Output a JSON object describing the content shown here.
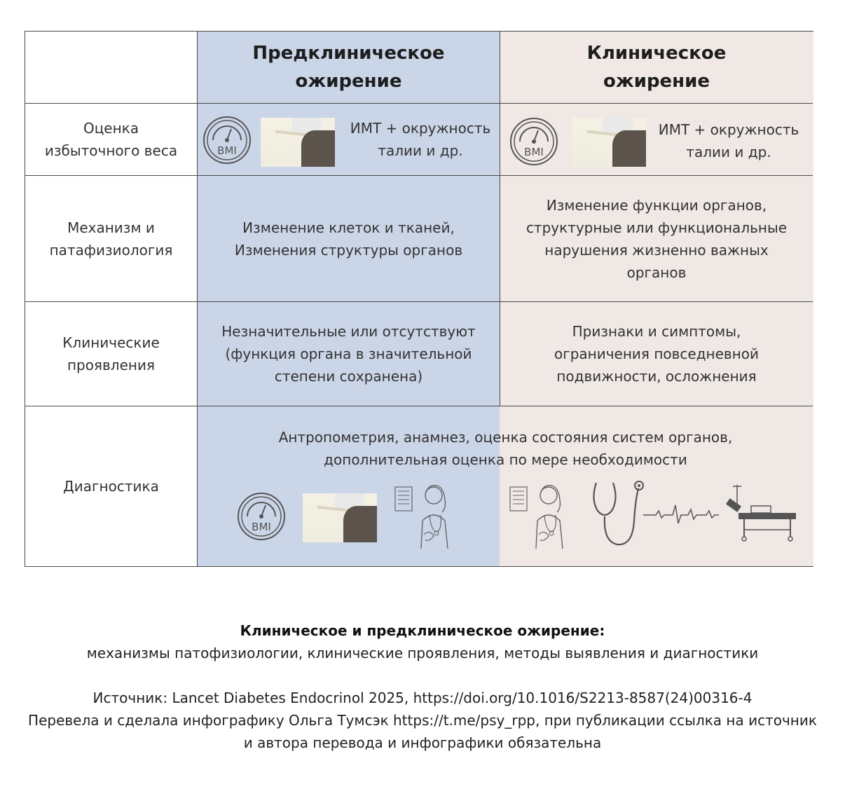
{
  "header": {
    "col_pre": "Предклиническое\nожирение",
    "col_cli": "Клиническое\nожирение"
  },
  "rows": {
    "weight": {
      "label": "Оценка\nизбыточного веса",
      "pre": "ИМТ + окружность\nталии и др.",
      "cli": "ИМТ + окружность\nталии и др."
    },
    "mechanism": {
      "label": "Механизм и\nпатафизиология",
      "pre": "Изменение клеток и тканей,\nИзменения структуры органов",
      "cli": "Изменение функции органов,\nструктурные или функциональные\nнарушения жизненно важных\nорганов"
    },
    "clinical": {
      "label": "Клинические\nпроявления",
      "pre": "Незначительные или отсутствуют\n(функция органа в значительной\nстепени сохранена)",
      "cli": "Признаки и симптомы,\nограничения повседневной\nподвижности, осложнения"
    },
    "diagnostics": {
      "label": "Диагностика",
      "shared": "Антропометрия, анамнез, оценка состояния систем органов,\nдополнительная оценка по мере необходимости"
    }
  },
  "icons": {
    "bmi_text": "BMI",
    "names": [
      "bmi-gauge-icon",
      "waist-measure-photo",
      "doctor-icon",
      "stethoscope-icon",
      "ecg-icon",
      "hospital-bed-icon"
    ]
  },
  "footer": {
    "title": "Клиническое и предклиническое ожирение:",
    "subtitle": "механизмы патофизиологии, клинические проявления, методы выявления и диагностики",
    "source": "Источник: Lancet Diabetes Endocrinol 2025, https://doi.org/10.1016/S2213-8587(24)00316-4",
    "credit_1": "Перевела и сделала инфографику Ольга Тумсэк https://t.me/psy_rpp, при публикации ссылка на источник",
    "credit_2": "и автора перевода и инфографики обязательна"
  },
  "colors": {
    "preclinical_bg": "#cbd5e8",
    "clinical_bg": "#efe8e5",
    "border": "#4a4a4a"
  }
}
